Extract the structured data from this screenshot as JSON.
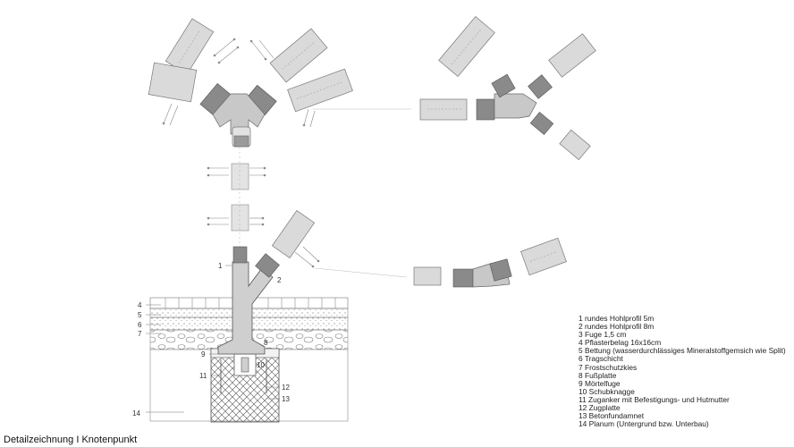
{
  "caption": "Detailzeichnung I Knotenpunkt",
  "legend": [
    "1 rundes Hohlprofil 5m",
    "2 rundes Hohlprofil 8m",
    "3 Fuge 1,5 cm",
    "4 Pflasterbelag 16x16cm",
    "5 Bettung (wasserdurchlässiges Mineralstoffgemsich wie Split)",
    "6 Tragschicht",
    "7 Frostschutzkies",
    "8 Fußplatte",
    "9 Mörtelfuge",
    "10 Schubknagge",
    "11 Zuganker mit Befestigungs- und Hutmutter",
    "12 Zugplatte",
    "13 Betonfundamnet",
    "14 Planum (Untergrund bzw. Unterbau)"
  ],
  "callouts": {
    "n1": "1",
    "n2": "2",
    "n4": "4",
    "n5": "5",
    "n6": "6",
    "n7": "7",
    "n8": "8",
    "n9": "9",
    "n10": "10",
    "n11": "11",
    "n12": "12",
    "n13": "13",
    "n14": "14"
  },
  "colors": {
    "light": "#dadada",
    "mid": "#bfbfbf",
    "dark": "#8a8a8a",
    "line": "#666666"
  }
}
